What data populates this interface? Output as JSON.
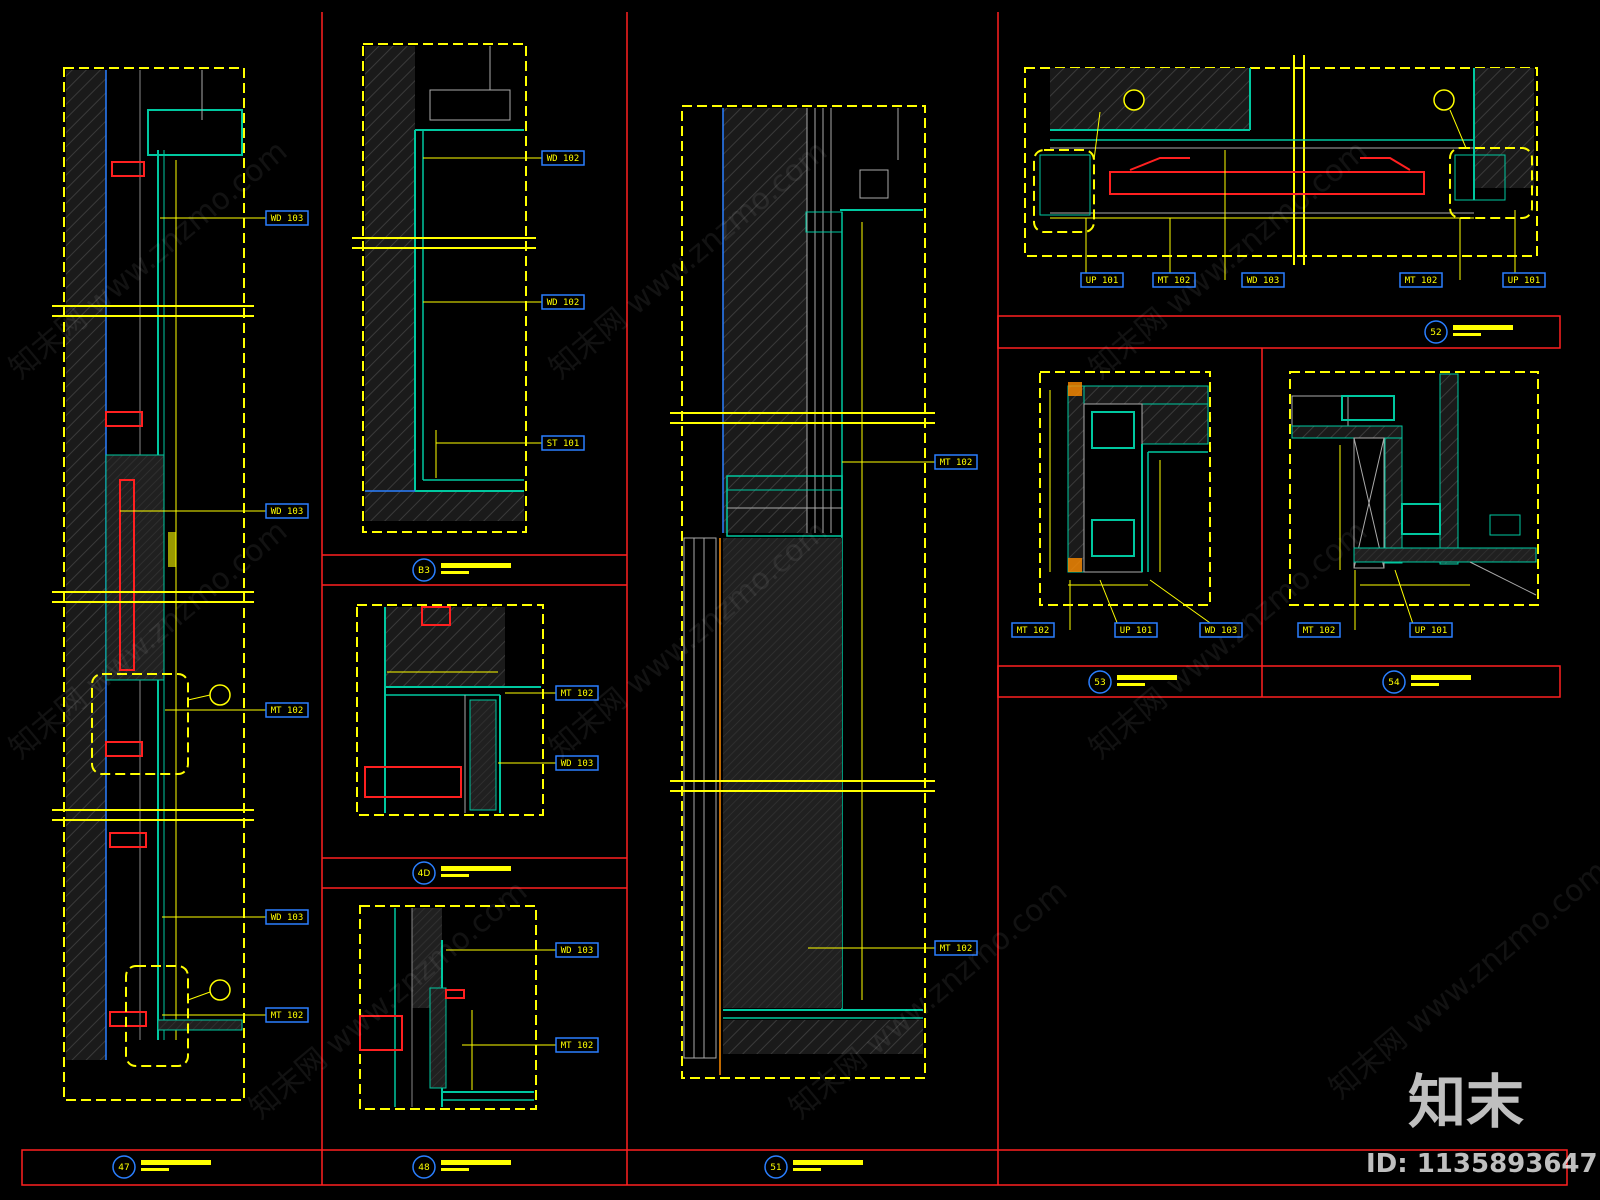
{
  "drawing": {
    "details": [
      {
        "id": "47",
        "panel": "p1"
      },
      {
        "id": "48",
        "panel": "p2"
      },
      {
        "id": "51",
        "panel": "p3"
      },
      {
        "id": "B3",
        "panel": "p4"
      },
      {
        "id": "4D",
        "panel": "p5"
      },
      {
        "id": "52",
        "panel": "p6"
      },
      {
        "id": "53",
        "panel": "p7"
      },
      {
        "id": "54",
        "panel": "p8"
      }
    ],
    "tags": {
      "p1": [
        "WD 103",
        "WD 103",
        "MT 102",
        "WD 103",
        "MT 102"
      ],
      "p4": [
        "WD 102",
        "WD 102",
        "ST 101"
      ],
      "p5": [
        "MT 102",
        "WD 103"
      ],
      "p2": [
        "WD 103",
        "MT 102"
      ],
      "p3": [
        "MT 102",
        "MT 102"
      ],
      "p6": [
        "UP 101",
        "MT 102",
        "WD 103",
        "MT 102",
        "UP 101"
      ],
      "p7": [
        "MT 102",
        "UP 101",
        "WD 103"
      ],
      "p8": [
        "MT 102",
        "UP 101"
      ]
    }
  },
  "watermark": {
    "text": "知末网 www.znzmo.com",
    "brand": "知末",
    "id_label": "ID: 1135893647"
  },
  "colors": {
    "frame": "#ff2020",
    "dashed": "#ffff00",
    "wall": "#00c8a0",
    "tag": "#2a7fff"
  }
}
